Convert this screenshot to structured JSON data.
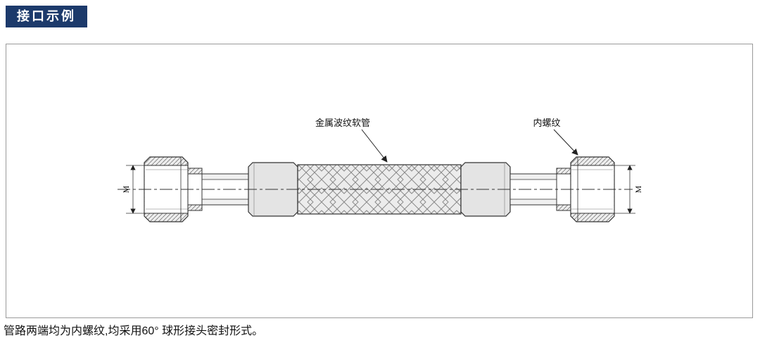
{
  "badge": {
    "label": "接口示例"
  },
  "diagram": {
    "hose_label": "金属波纹软管",
    "thread_label": "内螺纹",
    "dim_left": "M",
    "dim_right": "M"
  },
  "caption": {
    "text": "管路两端均为内螺纹,均采用60° 球形接头密封形式。"
  },
  "colors": {
    "badge_bg": "#1c3a6b",
    "badge_text": "#ffffff",
    "outline": "#333333",
    "fill_light": "#e8e8e8",
    "frame_border": "#9a9a9a"
  }
}
